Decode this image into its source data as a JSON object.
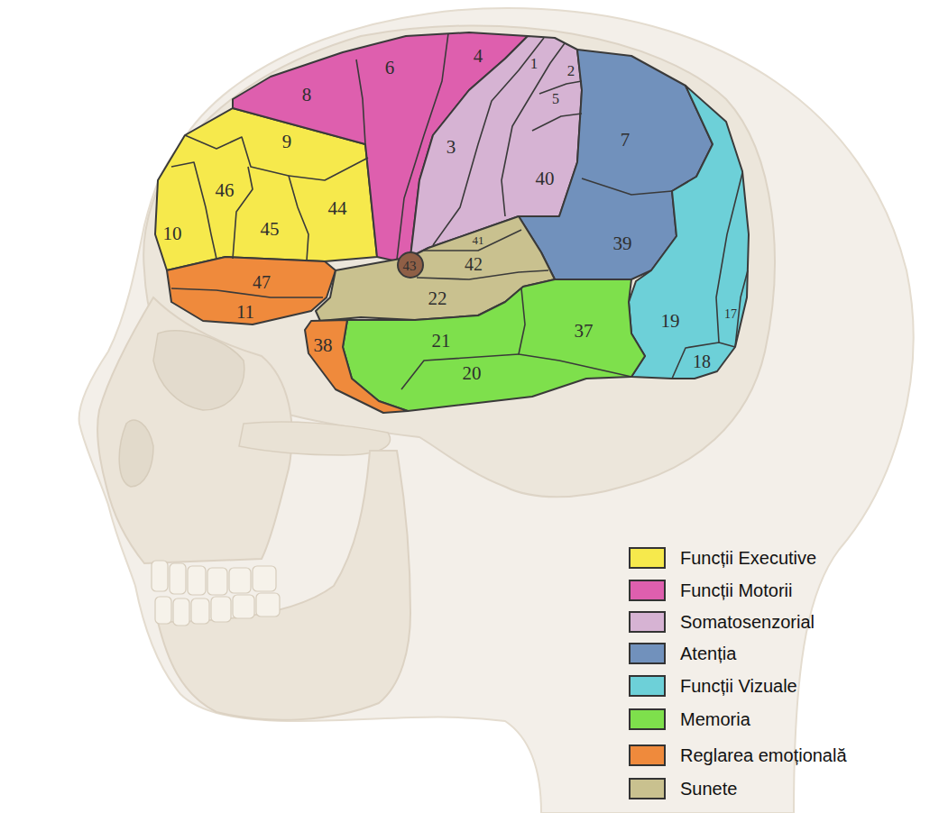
{
  "diagram": {
    "labels": [
      "4",
      "1",
      "6",
      "2",
      "8",
      "5",
      "9",
      "7",
      "3",
      "40",
      "46",
      "44",
      "45",
      "10",
      "41",
      "39",
      "42",
      "43",
      "47",
      "22",
      "11",
      "17",
      "19",
      "37",
      "21",
      "38",
      "18",
      "20"
    ],
    "legend": [
      {
        "text": "Funcții Executive",
        "color": "#f6e94c"
      },
      {
        "text": "Funcții Motorii",
        "color": "#de5fae"
      },
      {
        "text": "Somatosenzorial",
        "color": "#d6b3d3"
      },
      {
        "text": "Atenția",
        "color": "#7191bc"
      },
      {
        "text": "Funcții Vizuale",
        "color": "#6dd0d8"
      },
      {
        "text": "Memoria",
        "color": "#7ee04c"
      },
      {
        "text": "Reglarea emoțională",
        "color": "#ef8a3c"
      },
      {
        "text": "Sunete",
        "color": "#c9c18f"
      }
    ]
  }
}
